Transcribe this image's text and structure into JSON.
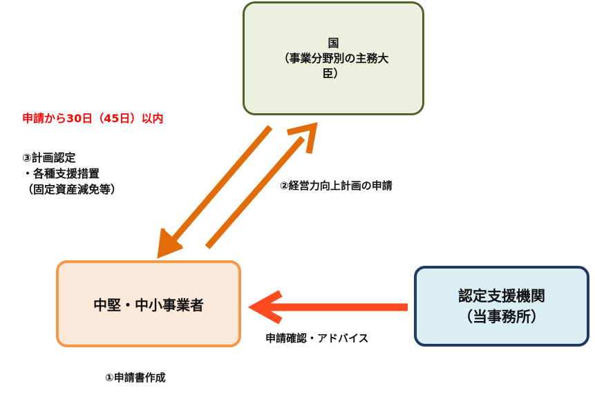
{
  "nodes": {
    "kuni": {
      "title": "国",
      "subtitle": "（事業分野別の主務大臣）"
    },
    "company": {
      "label": "中堅・中小事業者"
    },
    "support": {
      "line1": "認定支援機関",
      "line2": "（当事務所）"
    }
  },
  "labels": {
    "deadline": "申請から30日（45日）以内",
    "approval_line1": "③計画認定",
    "approval_line2": "・各種支援措置",
    "approval_line3": "（固定資産減免等）",
    "application": "②経営力向上計画の申請",
    "advice": "申請確認・アドバイス",
    "create": "①申請書作成"
  },
  "colors": {
    "arrow_orange": "#e36c0a",
    "arrow_red": "#ff4b1f",
    "deadline_text": "#ff0000",
    "kuni_fill": "#ebf1de",
    "kuni_border": "#4f6228",
    "company_fill": "#fde9d9",
    "company_border": "#f79646",
    "support_fill": "#dbeef4",
    "support_border": "#1f3864"
  }
}
